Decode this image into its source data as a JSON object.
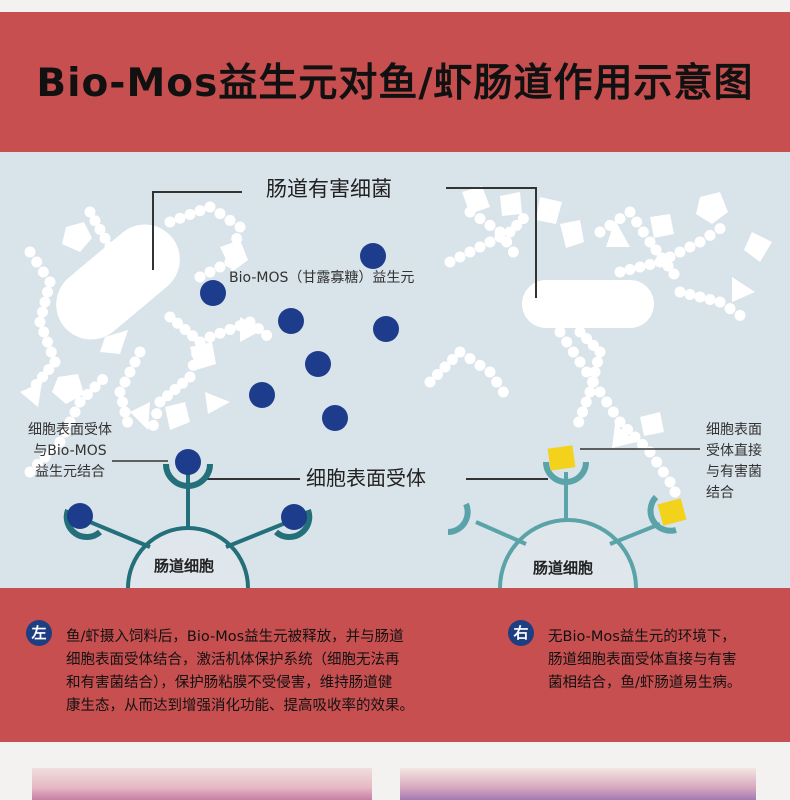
{
  "header": {
    "title": "Bio-Mos益生元对鱼/虾肠道作用示意图"
  },
  "diagram": {
    "harmful_bacteria_label": "肠道有害细菌",
    "prebiotic_label": "Bio-MOS（甘露寡糖）益生元",
    "receptor_center_label": "细胞表面受体",
    "left_note_lines": [
      "细胞表面受体",
      "与Bio-MOS",
      "益生元结合"
    ],
    "right_note_lines": [
      "细胞表面",
      "受体直接",
      "与有害菌",
      "结合"
    ],
    "left_cell_label": "肠道细胞",
    "right_cell_label": "肠道细胞",
    "colors": {
      "prebiotic": "#1e3c8c",
      "left_receptor": "#24707a",
      "right_receptor": "#5aa3a8",
      "harmful_binding": "#f2d21a"
    }
  },
  "explanation": {
    "left_badge": "左",
    "left_text_lines": [
      "鱼/虾摄入饲料后，Bio-Mos益生元被释放，并与肠道",
      "细胞表面受体结合，激活机体保护系统（细胞无法再",
      "和有害菌结合），保护肠粘膜不受侵害，维持肠道健",
      "康生态，从而达到增强消化功能、提高吸收率的效果。"
    ],
    "right_badge": "右",
    "right_text_lines": [
      "无Bio-Mos益生元的环境下，",
      "肠道细胞表面受体直接与有害",
      "菌相结合，鱼/虾肠道易生病。"
    ]
  }
}
